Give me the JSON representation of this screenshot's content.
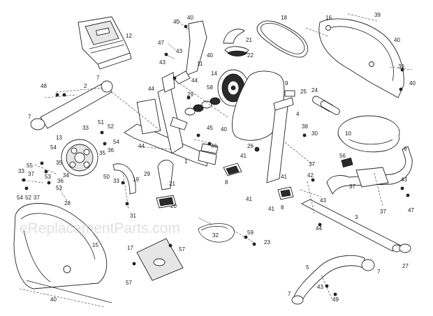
{
  "watermark": "eReplacementParts.com",
  "callouts": {
    "c1": "1",
    "c2": "2",
    "c3": "3",
    "c4": "4",
    "c5": "5",
    "c6": "6",
    "c7a": "7",
    "c7b": "7",
    "c7c": "7",
    "c7d": "7",
    "c8a": "8",
    "c8b": "8",
    "c9": "9",
    "c10": "10",
    "c11": "11",
    "c12": "12",
    "c13": "13",
    "c14": "14",
    "c15": "15",
    "c16": "16",
    "c17": "17",
    "c18": "18",
    "c19": "19",
    "c20": "20",
    "c21a": "21",
    "c21b": "21",
    "c22": "22",
    "c23": "23",
    "c24": "24",
    "c25": "25",
    "c26": "26",
    "c27": "27",
    "c28": "28",
    "c29a": "29",
    "c29b": "29",
    "c30": "30",
    "c31": "31",
    "c32": "32",
    "c33a": "33",
    "c33b": "33",
    "c33c": "33",
    "c34": "34",
    "c35a": "35",
    "c35b": "35",
    "c36a": "36",
    "c36b": "36",
    "c37a": "37",
    "c37b": "37",
    "c37c": "37",
    "c37d": "37",
    "c37e": "37",
    "c38": "38",
    "c39a": "39",
    "c39b": "39",
    "c40a": "40",
    "c40b": "40",
    "c40c": "40",
    "c40d": "40",
    "c40e": "40",
    "c40f": "40",
    "c40g": "40",
    "c41a": "41",
    "c41b": "41",
    "c41c": "41",
    "c41d": "41",
    "c42": "42",
    "c43a": "43",
    "c43b": "43",
    "c43c": "43",
    "c43d": "43",
    "c43e": "43",
    "c44a": "44",
    "c44b": "44",
    "c44c": "44",
    "c44d": "44",
    "c45": "45",
    "c46": "46",
    "c47a": "47",
    "c47b": "47",
    "c48": "48",
    "c49": "49",
    "c50": "50",
    "c51": "51",
    "c52a": "52",
    "c52b": "52",
    "c53a": "53",
    "c53b": "53",
    "c54a": "54",
    "c54b": "54",
    "c54c": "54",
    "c55": "55",
    "c56": "56",
    "c57a": "57",
    "c57b": "57",
    "c58": "58",
    "c59": "59"
  }
}
